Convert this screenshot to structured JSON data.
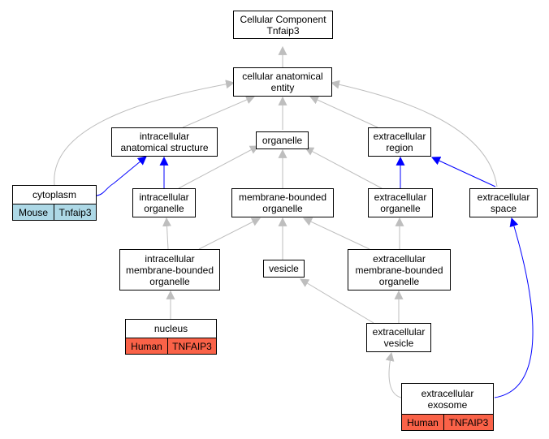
{
  "nodes": {
    "root": "Cellular Component\nTnfaip3",
    "cae": "cellular anatomical\nentity",
    "ias": "intracellular\nanatomical structure",
    "organelle": "organelle",
    "ecr": "extracellular\nregion",
    "io": "intracellular\norganelle",
    "mbo": "membrane-bounded\norganelle",
    "eco": "extracellular\norganelle",
    "ecs": "extracellular\nspace",
    "imbo": "intracellular\nmembrane-bounded\norganelle",
    "vesicle": "vesicle",
    "embo": "extracellular\nmembrane-bounded\norganelle",
    "ecv": "extracellular\nvesicle"
  },
  "gene_nodes": {
    "cytoplasm": {
      "label": "cytoplasm",
      "species": "Mouse",
      "gene": "Tnfaip3",
      "color": "#add8e6"
    },
    "nucleus": {
      "label": "nucleus",
      "species": "Human",
      "gene": "TNFAIP3",
      "color": "#fa6248"
    },
    "exosome": {
      "label": "extracellular\nexosome",
      "species": "Human",
      "gene": "TNFAIP3",
      "color": "#fa6248"
    }
  },
  "colors": {
    "is_a_edge": "#bebebe",
    "part_of_edge": "#0000ff"
  }
}
